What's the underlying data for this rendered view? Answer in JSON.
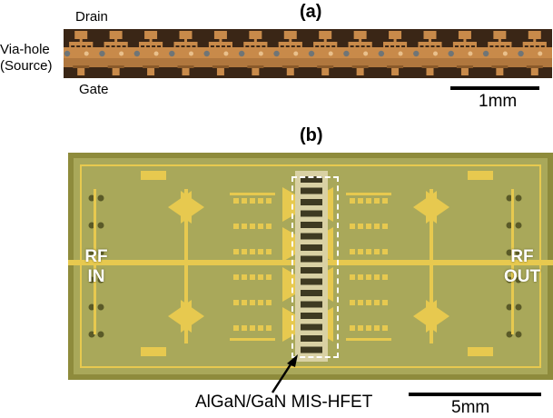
{
  "panel_a": {
    "label": "(a)",
    "drain_label": "Drain",
    "via_label_line1": "Via-hole",
    "via_label_line2": "(Source)",
    "gate_label": "Gate",
    "scale_label": "1mm",
    "finger_count": 14
  },
  "panel_b": {
    "label": "(b)",
    "rf_in_line1": "RF",
    "rf_in_line2": "IN",
    "rf_out_line1": "RF",
    "rf_out_line2": "OUT",
    "device_label": "AlGaN/GaN MIS-HFET",
    "scale_label": "5mm"
  },
  "colors": {
    "copper": "#c88a4a",
    "copper_dark": "#8a5a2a",
    "chip_bg": "#a9a85a",
    "metal": "#e7c94f",
    "highlight_box": "#ffffff"
  }
}
